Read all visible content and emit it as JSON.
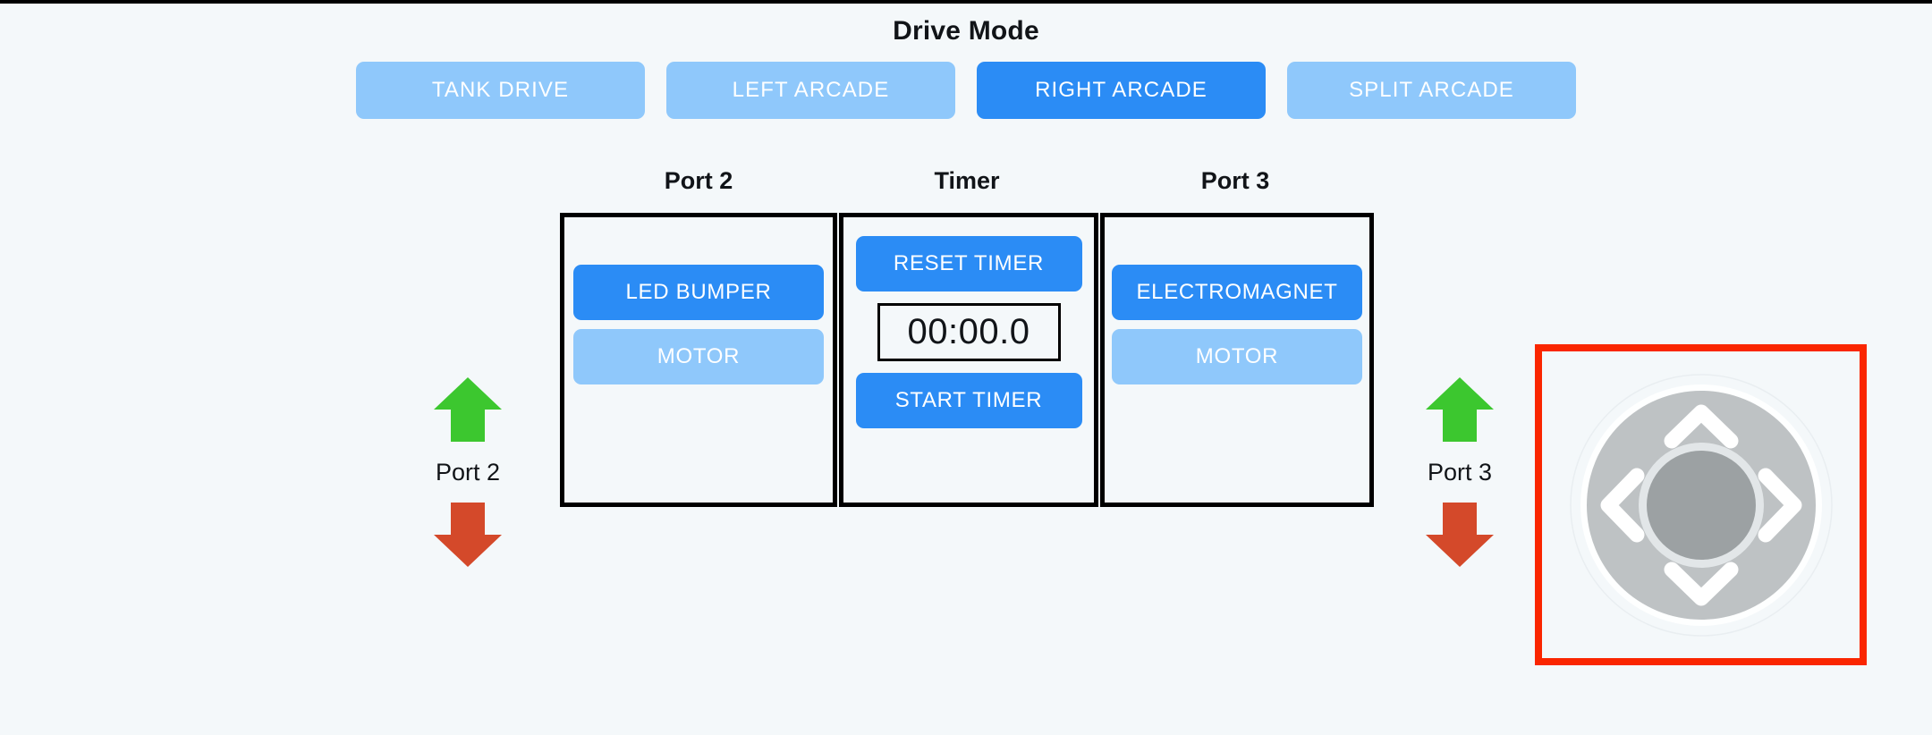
{
  "page": {
    "background_color": "#f4f8fa",
    "accent_active": "#2b8cf5",
    "accent_inactive": "#8fc8fb",
    "arrow_up_color": "#3cc72f",
    "arrow_down_color": "#d4492a",
    "dpad_border_color": "#fa2600"
  },
  "drive_mode": {
    "title": "Drive Mode",
    "buttons": [
      {
        "label": "TANK DRIVE",
        "active": false
      },
      {
        "label": "LEFT ARCADE",
        "active": false
      },
      {
        "label": "RIGHT ARCADE",
        "active": true
      },
      {
        "label": "SPLIT ARCADE",
        "active": false
      }
    ]
  },
  "panel": {
    "headers": {
      "port2": "Port 2",
      "timer": "Timer",
      "port3": "Port 3"
    },
    "port2": {
      "primary_button": "LED BUMPER",
      "secondary_button": "MOTOR"
    },
    "timer": {
      "reset_label": "RESET TIMER",
      "display_value": "00:00.0",
      "start_label": "START TIMER"
    },
    "port3": {
      "primary_button": "ELECTROMAGNET",
      "secondary_button": "MOTOR"
    }
  },
  "port_clusters": [
    {
      "label": "Port 2",
      "up_icon": "arrow-up-icon",
      "down_icon": "arrow-down-icon"
    },
    {
      "label": "Port 3",
      "up_icon": "arrow-up-icon",
      "down_icon": "arrow-down-icon"
    }
  ],
  "dpad": {
    "up_icon": "chevron-up-icon",
    "down_icon": "chevron-down-icon",
    "left_icon": "chevron-left-icon",
    "right_icon": "chevron-right-icon",
    "center_icon": "dpad-center-button"
  }
}
